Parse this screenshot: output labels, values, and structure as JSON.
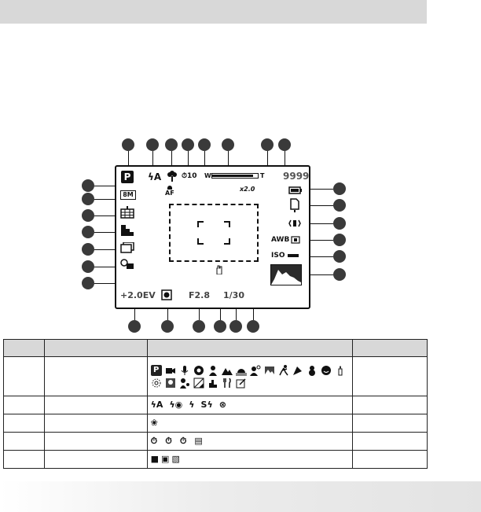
{
  "lcd": {
    "program_label": "P",
    "flash_label": "ϟA",
    "self_timer_label": "⏱10",
    "zoom_w": "W",
    "zoom_t": "T",
    "zoom_level": 0.9,
    "shots_remaining": "9999",
    "digital_zoom": "x2.0",
    "af_label": "AF",
    "size_label": "8M",
    "awb_label": "AWB",
    "iso_label": "ISO",
    "ev_label": "+2.0EV",
    "aperture_label": "F2.8",
    "shutter_label": "1/30"
  },
  "table": {
    "headers": [
      "",
      "",
      "",
      ""
    ],
    "rows": [
      {
        "glyphs": [
          "P"
        ]
      },
      {
        "glyphs": [
          "ϟA",
          "ϟ◉",
          "ϟ",
          "Sϟ",
          "⊗"
        ]
      },
      {
        "glyphs": [
          "❀"
        ]
      },
      {
        "glyphs": [
          "⏱",
          "⏱",
          "⏱",
          "▤"
        ]
      },
      {
        "glyphs": [
          "■",
          "▣",
          "▧"
        ]
      }
    ]
  }
}
